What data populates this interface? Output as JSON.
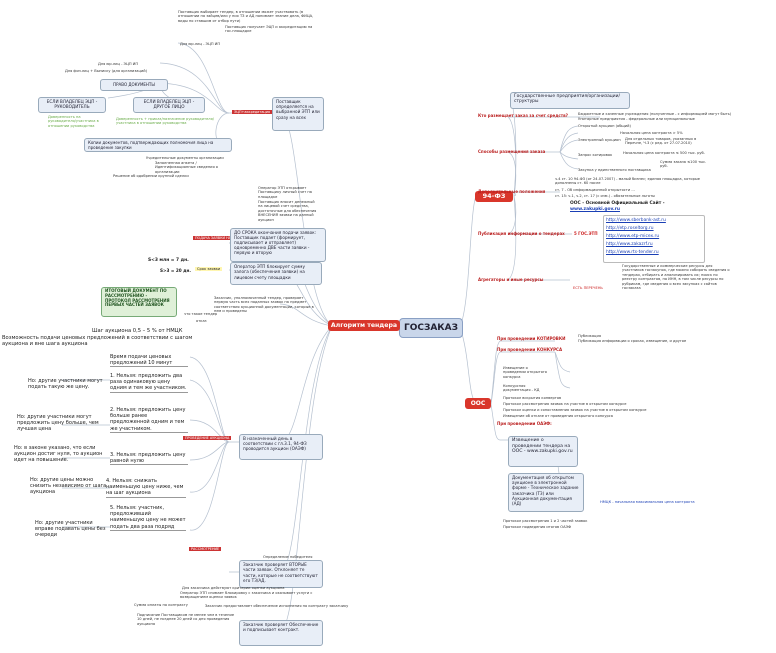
{
  "title": "ГОСЗАКАЗ",
  "fz94": {
    "label": "94-ФЗ",
    "gos": "Государственные предприятия/организации/структуры",
    "who_h": "Кто размещает заказ за счет средств?",
    "who_1": "Бюджетные и казенные учреждения (полученные - с информацией могут быть)",
    "who_2": "Унитарные предприятия - федеральные или муниципальные",
    "forms_h": "Способы размещения заказа",
    "f1": "Открытый аукцион (общий)",
    "f2": "Начальная цена контракта > 5%",
    "f3a": "Электронный аукцион",
    "f3b": "Для отдельных товаров, указанных в Перечне, Ч.3 (с ред. от 27.07.2010)",
    "f4": "Запрос котировок",
    "f5": "Начальная цена контракта ≤ 500 тыс. руб.",
    "f6": "Сумма заказа ≤100 тыс. руб.",
    "f7": "Закупка у единственного поставщика",
    "extra_h": "Дополнительные положения",
    "extra_1": "ч.4 ст. 10 94-ФЗ (от 24.07.2007) - малый бизнес; единая площадка, которые дополнены ст. 60 после",
    "extra_2": "ст. 7 - Об информационной открытости ...",
    "extra_3": "ст. 15: ч.1, ч.2, ст. 17 (с изм.) - обязательные льготы",
    "pub_h": "Публикация информации о тендерах",
    "oos_lbl": "ООС - Основной Официальный Сайт -",
    "oos_url": "www.zakupki.gov.ru",
    "eplat_h": "5 ГОС.ЭТП",
    "eplat_1": "http://www.sberbank-ast.ru",
    "eplat_2": "http://etp.roseltorg.ru",
    "eplat_3": "http://www.etp-micex.ru",
    "eplat_4": "http://www.zakazrf.ru",
    "eplat_5": "http://www.rts-tender.ru",
    "agg_h": "Агрегаторы и иные ресурсы",
    "agg_txt": "Государственные и коммерческие ресурсы для участников госзакупок, где можно собирать сведения о тендерах, отбирать и анализировать их; поиск по реестру контрактов, по ИНН, в том числе ресурсы по рубрикам, где сведения о всех закупках с сайтов госзаказа",
    "agg_lbl": "ЕСТЬ ПЕРЕЧЕНЬ"
  },
  "oos": {
    "label": "ООС",
    "p1": "При проведении КОТИРОВКИ",
    "p1a": "Публикация",
    "p1b": "Публикация информации о сроках, извещение, и другое",
    "p2": "При проведении КОНКУРСА",
    "p2a": "Извещение о проведении открытого конкурса",
    "p2b": "Конкурсная документация - КД",
    "p2c": "Протокол вскрытия конвертов",
    "p2d": "Протокол рассмотрения заявок на участие в открытом конкурсе",
    "p2e": "Протокол оценки и сопоставления заявок на участие в открытом конкурсе",
    "p2f": "Извещение об отказе от проведения открытого конкурса",
    "p3": "При проведении ОАЭФ:",
    "p3a": "Извещение о проведении тендера на ООС - www.zakupki.gov.ru",
    "p3b": "Документация об открытом аукционе в электронной форме - Техническое задание заказчика (ТЗ) или Аукционная документация (АД)",
    "p3c": "НМЦК - начальная максимальная цена контракта",
    "p3d": "Протокол рассмотрения 1 и 2 частей заявок",
    "p3e": "Протокол подведения итогов ОАЭФ"
  },
  "algo": {
    "label": "Алгоритм тендера",
    "top_1": "Поставщик выбирает тендер, в отношении может участвовать (в отношении на зайцев/или у них ТЗ и АД понимает знание дела, ФИЦА, виды по ставшим от отбор пути)",
    "top_2": "Поставщик получает ЭЦП и аккредитацию на гос.площадке",
    "pick_box": "Поставщик определяется на выбранной ЭТП или сразу на всех",
    "pick_tag": "ЭЦП+аккредитация",
    "acc_box": "ПРАВО ДОКУМЕНТЫ",
    "acc_l1": "Для юр.лиц - ЭЦП ИП",
    "acc_l2": "Для физ.лиц + Выписку (для организаций)",
    "owner_1": "ЕСЛИ ВЛАДЕЛЕЦ ЭЦП - РУКОВОДИТЕЛЬ",
    "owner_2": "ЕСЛИ ВЛАДЕЛЕЦ ЭЦП - ДРУГОЕ ЛИЦО",
    "owner_g1": "Доверенность на руководителя/участника в отношении руководства",
    "owner_g2": "Доверенность + приказ/назначение руководителя/участника в отношении руководства",
    "docs_box": "Копии документов, подтверждающих полномочия лица на проведение закупки",
    "docs_1": "Учредительные документы организации",
    "docs_2": "Заполненная анкета / Идентификационные сведения о организации",
    "docs_3": "Решение об одобрении крупной сделки",
    "offer_tag": "ПОДАЧА ЗАЯВКИ НА УЧАСТИЕ",
    "offer_box": "ДО СРОКА окончания подачи заявок: Поставщик подает (формирует, подписывает и отправляет) одновременно ДВЕ части заявки - первую и вторую",
    "offer_t1": "Оператор ЭТП открывает Поставщику личный счет на площадке",
    "offer_t2": "Поставщик вносит денежный на лицевой счет средства, достаточные для обеспечения ВНЕСЕНИЯ заявки на данный аукцион",
    "sum_1": "S<3 млн = 7 дн.",
    "sum_2": "S>3 = 20 дн.",
    "block_tag": "Срок заявки",
    "block_box": "Оператор ЭТП блокирует сумму залога (обеспечения заявки) на лицевом счету площадки",
    "green_box": "ИТОГОВЫЙ ДОКУМЕНТ ПО РАССМОТРЕНИЮ - ПРОТОКОЛ РАССМОТРЕНИЯ ПЕРВЫХ ЧАСТЕЙ ЗАЯВОК",
    "green_s1": "что такое тендер",
    "green_s2": "отказ",
    "commission": "Заказчик, уполномоченный тендер, проверяет первую часть всех поданных заявок на предмет соответствия аукционной документации, которые в нем и проведены",
    "step_title": "Шаг аукциона 0,5 – 5 % от НМЦК",
    "step_1": "Возможность подачи ценовых предложений в соответствии с шагом аукциона и вне шага аукциона",
    "rule_0": "Время подачи ценовых предложений 10 минут",
    "rule_1": "1. Нельзя: предложить два раза одинаковую цену одним и тем же участником.",
    "rule_1q": "Но: другие участники могут подать такую же цену.",
    "rule_2": "2. Нельзя: предложить цену больше ранее предложенной одним и тем же участником.",
    "rule_2q": "Но: другие участники могут предложить цену больше, чем лучшая цена",
    "rule_3": "3. Нельзя: предложить цену равной нулю",
    "rule_3q": "Но: в законе указано, что если аукцион достиг нуля, то аукцион идет на повышение.",
    "rule_4": "4. Нельзя: снижать наименьшую цену ниже, чем на шаг аукциона",
    "rule_4q": "Но: другие цены можно снизить независимо от шага аукциона",
    "rule_5": "5. Нельзя: участник, предложивший наименьшую цену не может подать два раза подряд",
    "rule_5q": "Но: другие участники вправе подавать цены без очереди",
    "auc_tag": "ПРОВЕДЕНИЕ АУКЦИОНА",
    "auc_box": "В назначенный день в соответствии с гл.3.1, 94-ФЗ проводится аукцион (ОАЭФ)",
    "sec_tag": "РАССМОТРЕНИЕ",
    "sec_note": "Определение победителя",
    "sec_box": "Заказчик проверяет ВТОРЫЕ части заявок. Отклоняет те части, которые не соответствуют его ТЗ/АД.",
    "contract_t1": "Для заказчика действуют критерии оценки аукциона",
    "contract_t2": "Оператор ЭТП снимает блокировку с заказчика и оказывает услуги с возвращением оценки заявок",
    "contract_t3": "Заказчик предоставляет обеспечение исполнения по контракту заказчику",
    "contract_s": "Сумма оплаты по контракту",
    "contract_t4": "Подписание Поставщиком не менее чем в течение 10 дней, не позднее 20 дней со дня проведения аукциона",
    "contract_box": "Заказчик проверяет Обеспечение и подписывает контракт."
  }
}
